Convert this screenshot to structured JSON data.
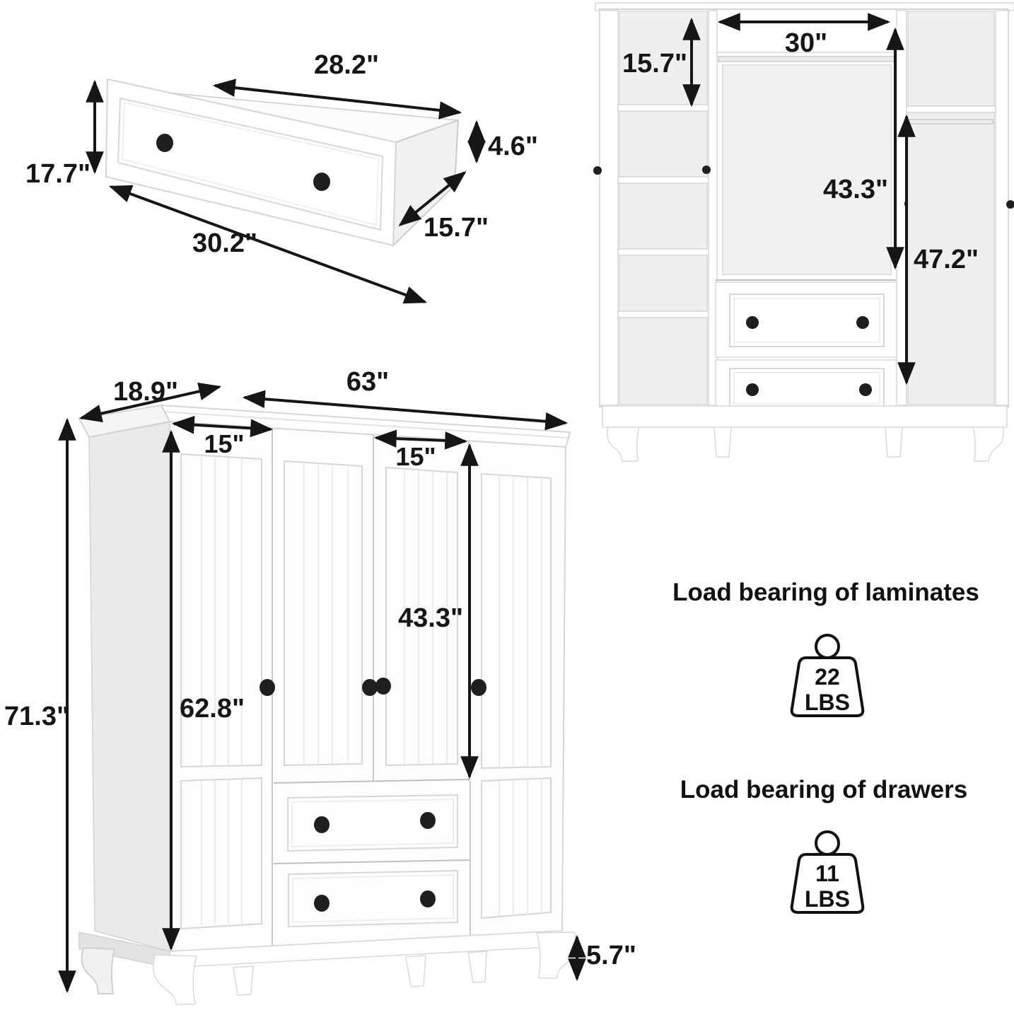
{
  "drawer": {
    "dims": {
      "top_width": "28.2\"",
      "front_height": "17.7\"",
      "side_height": "4.6\"",
      "bottom_width": "30.2\"",
      "depth": "15.7\""
    }
  },
  "open_wardrobe": {
    "dims": {
      "shelf_height": "15.7\"",
      "rod_width": "30\"",
      "hanging_height": "43.3\"",
      "right_side_height": "47.2\""
    }
  },
  "closed_wardrobe": {
    "dims": {
      "depth": "18.9\"",
      "width": "63\"",
      "left_door_width": "15\"",
      "right_door_width": "15\"",
      "door_opening_height": "43.3\"",
      "front_height": "62.8\"",
      "total_height": "71.3\"",
      "leg_height": "5.7\""
    }
  },
  "load_bearing": {
    "laminates": {
      "title": "Load bearing of laminates",
      "value": "22",
      "unit": "LBS"
    },
    "drawers": {
      "title": "Load bearing of drawers",
      "value": "11",
      "unit": "LBS"
    }
  },
  "colors": {
    "line": "#161616",
    "side_panel": "#e9ebea",
    "interior_back": "#eef0ef",
    "recess_back": "#f0f2f1",
    "outline": "#d6d6d6"
  }
}
